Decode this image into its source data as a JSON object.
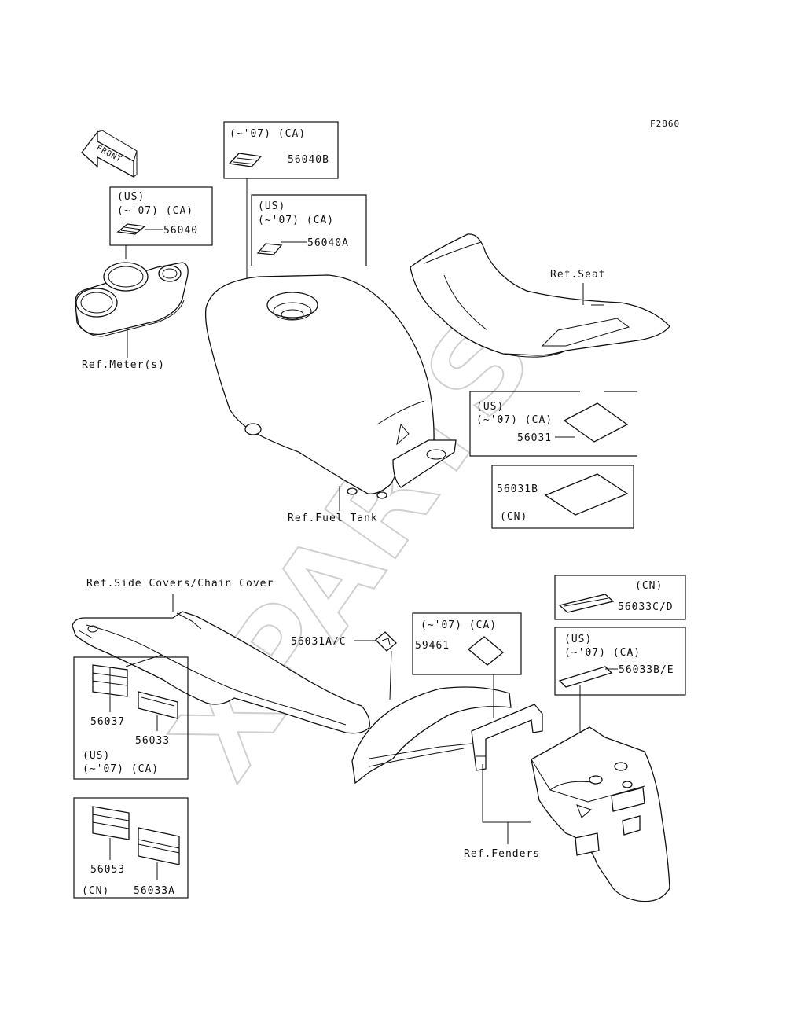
{
  "figure_code": "F2860",
  "watermark": "XPARTS",
  "front_arrow": "FRONT",
  "refs": {
    "meter": "Ref.Meter(s)",
    "fuel_tank": "Ref.Fuel Tank",
    "seat": "Ref.Seat",
    "side_covers": "Ref.Side Covers/Chain Cover",
    "fenders": "Ref.Fenders"
  },
  "boxes": {
    "b56040": {
      "line1": "(US)",
      "line2": "(~'07) (CA)",
      "part": "56040"
    },
    "b56040b": {
      "line1": "(~'07) (CA)",
      "part": "56040B"
    },
    "b56040a": {
      "line1": "(US)",
      "line2": "(~'07) (CA)",
      "part": "56040A"
    },
    "b56031": {
      "line1": "(US)",
      "line2": "(~'07) (CA)",
      "part": "56031"
    },
    "b56031b": {
      "part": "56031B",
      "line1": "(CN)"
    },
    "b59461": {
      "line1": "(~'07) (CA)",
      "part": "59461"
    },
    "b56033cd": {
      "line1": "(CN)",
      "part": "56033C/D"
    },
    "b56033be": {
      "line1": "(US)",
      "line2": "(~'07) (CA)",
      "part": "56033B/E"
    },
    "b56037": {
      "part_a": "56037",
      "part_b": "56033",
      "line1": "(US)",
      "line2": "(~'07) (CA)"
    },
    "b56053": {
      "part_a": "56053",
      "part_b": "56033A",
      "line1": "(CN)"
    }
  },
  "loose_parts": {
    "p56031ac": "56031A/C"
  }
}
